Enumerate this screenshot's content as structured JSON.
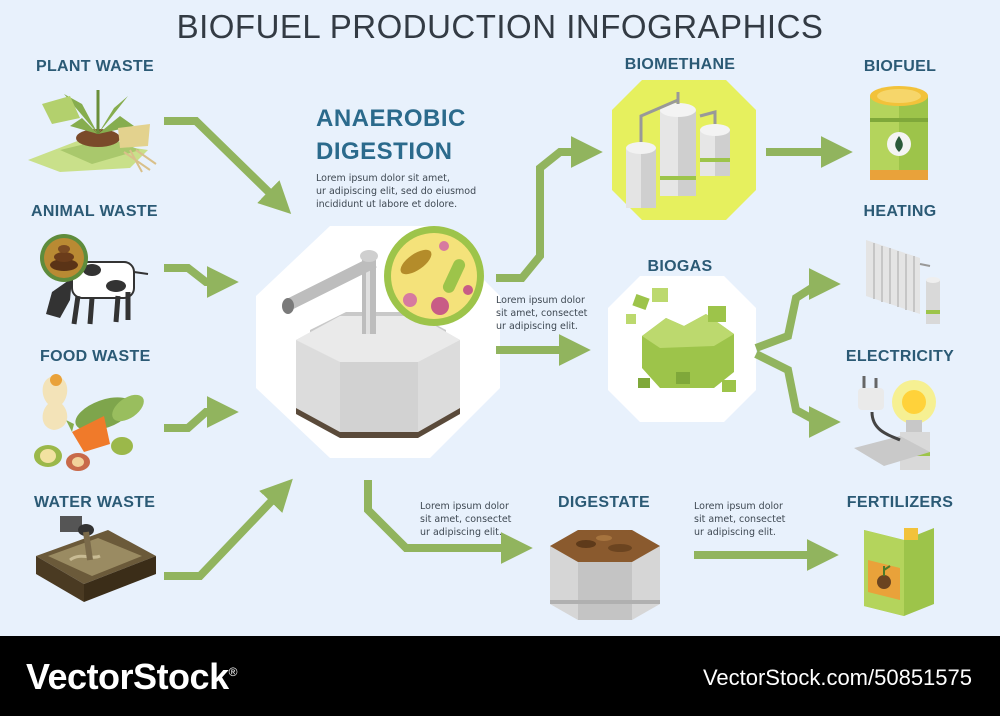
{
  "title": "BIOFUEL PRODUCTION INFOGRAPHICS",
  "inputs": {
    "plant": "PLANT WASTE",
    "animal": "ANIMAL WASTE",
    "food": "FOOD WASTE",
    "water": "WATER WASTE"
  },
  "digestion": {
    "line1": "ANAEROBIC",
    "line2": "DIGESTION",
    "desc": [
      "Lorem ipsum dolor sit amet,",
      "ur adipiscing elit, sed do eiusmod",
      "incididunt ut labore et dolore."
    ]
  },
  "middle": {
    "biomethane": "BIOMETHANE",
    "biogas": "BIOGAS",
    "digestate": "DIGESTATE"
  },
  "outputs": {
    "biofuel": "BIOFUEL",
    "heating": "HEATING",
    "electricity": "ELECTRICITY",
    "fertilizers": "FERTILIZERS"
  },
  "notes": {
    "biogas": [
      "Lorem ipsum dolor",
      "sit amet, consectet",
      "ur adipiscing elit."
    ],
    "digestate_in": [
      "Lorem ipsum dolor",
      "sit amet, consectet",
      "ur adipiscing elit."
    ],
    "digestate_out": [
      "Lorem ipsum dolor",
      "sit amet, consectet",
      "ur adipiscing elit."
    ]
  },
  "footer": {
    "brand": "VectorStock",
    "registered_mark": "®",
    "url": "VectorStock.com/50851575"
  },
  "colors": {
    "arrow": "#91b45e",
    "accent_green": "#9dc44a",
    "heading": "#2b5a75",
    "background": "#e8f1fc"
  }
}
